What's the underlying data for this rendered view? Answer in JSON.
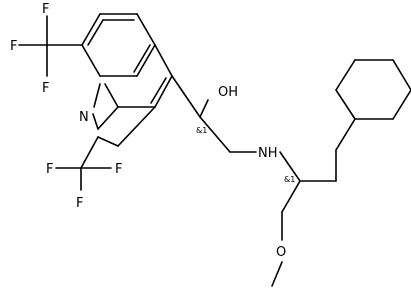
{
  "molecule": {
    "atoms": {
      "f1a": "F",
      "f1b": "F",
      "f1c": "F",
      "f2a": "F",
      "f2b": "F",
      "f2c": "F",
      "n_ring": "N",
      "oh": "OH",
      "nh": "NH",
      "o_ether": "O"
    },
    "stereo_labels": {
      "c1": "&1",
      "c2": "&1"
    }
  }
}
